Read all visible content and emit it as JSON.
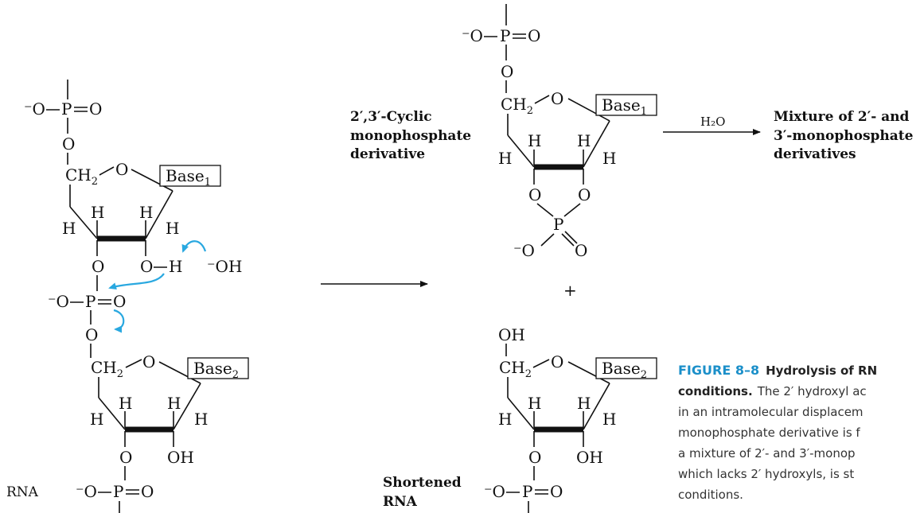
{
  "labels": {
    "rna": "RNA",
    "shortened_rna_line1": "Shortened",
    "shortened_rna_line2": "RNA",
    "cyclic_line1": "2′,3′-Cyclic",
    "cyclic_line2": "monophosphate",
    "cyclic_line3": "derivative",
    "mixture_line1": "Mixture of 2′- and",
    "mixture_line2": "3′-monophosphate",
    "mixture_line3": "derivatives",
    "water": "H₂O",
    "plus": "+"
  },
  "bases": {
    "base1": "Base",
    "base1_sub": "1",
    "base2": "Base",
    "base2_sub": "2"
  },
  "caption": {
    "title": "FIGURE 8–8",
    "title_rest": "Hydrolysis of RN",
    "line1_bold": "conditions.",
    "line1_rest": "The 2′ hydroxyl ac",
    "line2": "in an intramolecular displacem",
    "line3": "monophosphate derivative is f",
    "line4": "a mixture of 2′- and 3′-monop",
    "line5": "which lacks 2′ hydroxyls, is st",
    "line6": "conditions."
  },
  "colors": {
    "arrow_blue": "#29a8e0",
    "caption_title": "#1b8fc9"
  }
}
